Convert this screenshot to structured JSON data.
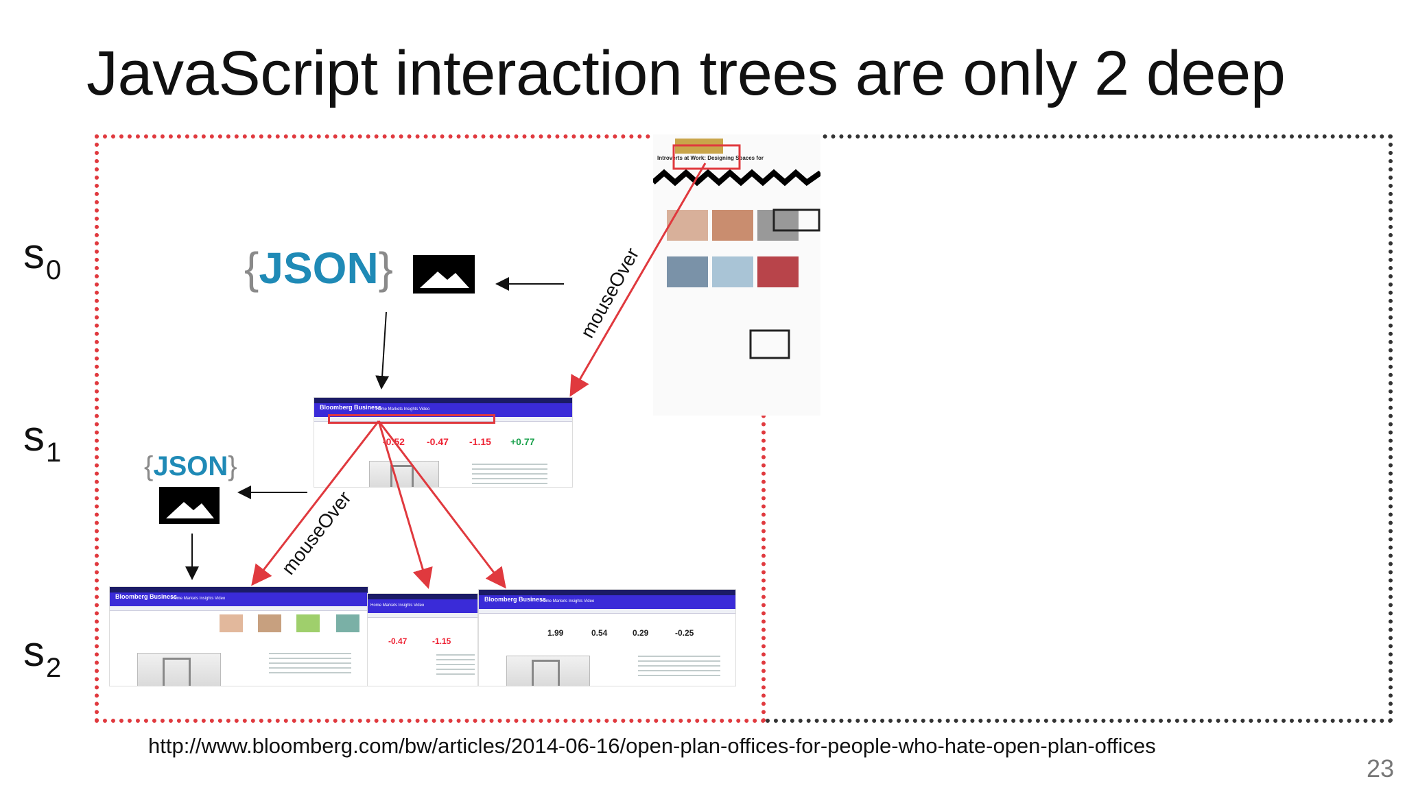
{
  "slide": {
    "title": "JavaScript interaction trees are only 2 deep",
    "url": "http://www.bloomberg.com/bw/articles/2014-06-16/open-plan-offices-for-people-who-hate-open-plan-offices",
    "page_number": "23"
  },
  "states": [
    {
      "base": "s",
      "sub": "0"
    },
    {
      "base": "s",
      "sub": "1"
    },
    {
      "base": "s",
      "sub": "2"
    }
  ],
  "diagram": {
    "json_logo_text": "JSON",
    "json_brace_open": "{",
    "json_brace_close": "}",
    "edge_label": "mouseOver"
  },
  "screenshots": {
    "brand": "Bloomberg Business",
    "menu": "Home  Markets  Insights  Video",
    "s1_values": [
      "-0.52",
      "-0.47",
      "-1.15",
      "+0.77"
    ],
    "s2_values": [
      "1.99",
      "0.54",
      "0.29",
      "-0.25"
    ],
    "article_heading": "Introverts at Work: Designing Spaces for"
  },
  "colors": {
    "accent_red": "#e0393e",
    "bloomberg_blue": "#3a2bd8",
    "json_blue": "#1f8ab6"
  }
}
